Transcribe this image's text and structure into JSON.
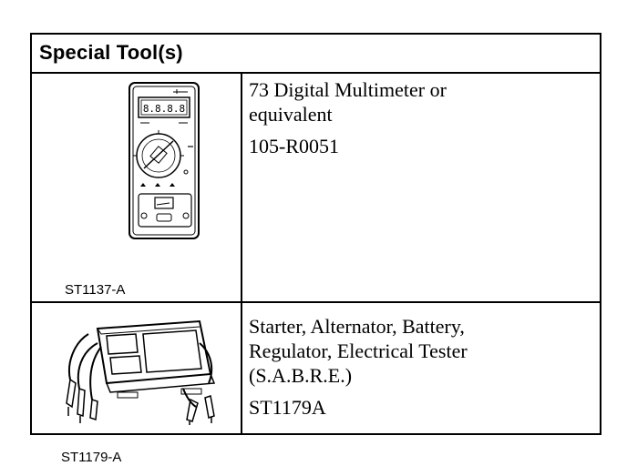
{
  "header": {
    "title": "Special Tool(s)"
  },
  "tools": [
    {
      "image_icon": "digital-multimeter-icon",
      "image_caption": "ST1137-A",
      "description_lines": [
        "73 Digital Multimeter or",
        "equivalent"
      ],
      "part_number": "105-R0051"
    },
    {
      "image_icon": "starter-alternator-tester-icon",
      "image_caption": "ST1179-A",
      "description_lines": [
        "Starter, Alternator, Battery,",
        "Regulator, Electrical Tester",
        "(S.A.B.R.E.)"
      ],
      "part_number": "ST1179A"
    }
  ],
  "multimeter_display": {
    "text": "8.8.8.8"
  }
}
